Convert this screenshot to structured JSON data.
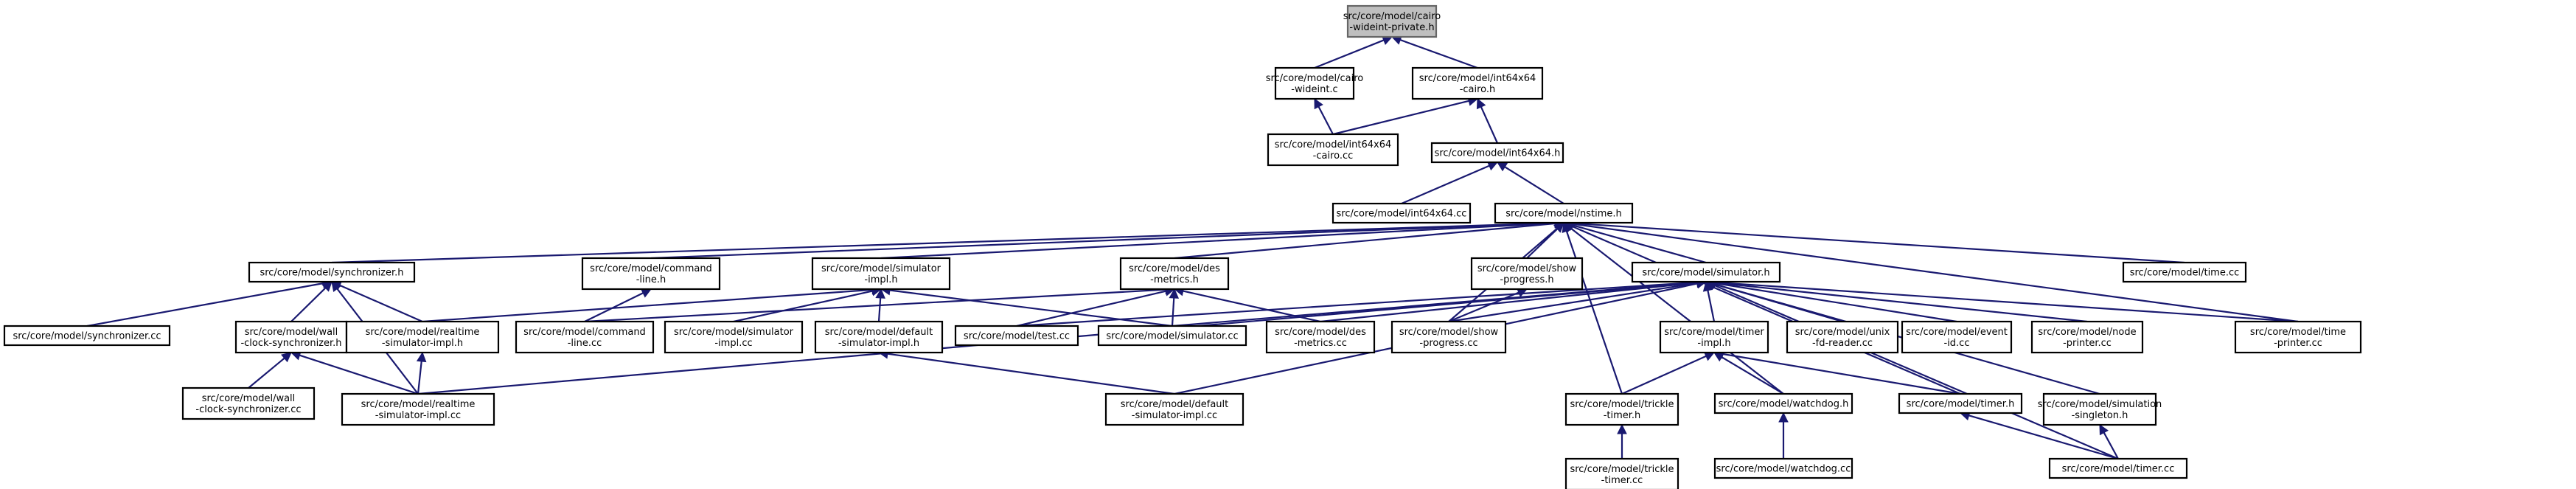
{
  "diagram": {
    "nodes": [
      {
        "id": "n0",
        "lines": [
          "src/core/model/cairo",
          "-wideint-private.h"
        ],
        "root": true
      },
      {
        "id": "n1",
        "lines": [
          "src/core/model/cairo",
          "-wideint.c"
        ]
      },
      {
        "id": "n2",
        "lines": [
          "src/core/model/int64x64",
          "-cairo.h"
        ]
      },
      {
        "id": "n3",
        "lines": [
          "src/core/model/int64x64",
          "-cairo.cc"
        ]
      },
      {
        "id": "n4",
        "lines": [
          "src/core/model/int64x64.h"
        ]
      },
      {
        "id": "n5",
        "lines": [
          "src/core/model/int64x64.cc"
        ]
      },
      {
        "id": "n6",
        "lines": [
          "src/core/model/nstime.h"
        ]
      },
      {
        "id": "n7",
        "lines": [
          "src/core/model/synchronizer.h"
        ]
      },
      {
        "id": "n8",
        "lines": [
          "src/core/model/command",
          "-line.h"
        ]
      },
      {
        "id": "n9",
        "lines": [
          "src/core/model/simulator",
          "-impl.h"
        ]
      },
      {
        "id": "n10",
        "lines": [
          "src/core/model/des",
          "-metrics.h"
        ]
      },
      {
        "id": "n11",
        "lines": [
          "src/core/model/show",
          "-progress.h"
        ]
      },
      {
        "id": "n12",
        "lines": [
          "src/core/model/simulator.h"
        ]
      },
      {
        "id": "n13",
        "lines": [
          "src/core/model/time.cc"
        ]
      },
      {
        "id": "n14",
        "lines": [
          "src/core/model/synchronizer.cc"
        ]
      },
      {
        "id": "n15",
        "lines": [
          "src/core/model/wall",
          "-clock-synchronizer.h"
        ]
      },
      {
        "id": "n16",
        "lines": [
          "src/core/model/realtime",
          "-simulator-impl.h"
        ]
      },
      {
        "id": "n17",
        "lines": [
          "src/core/model/command",
          "-line.cc"
        ]
      },
      {
        "id": "n18",
        "lines": [
          "src/core/model/simulator",
          "-impl.cc"
        ]
      },
      {
        "id": "n19",
        "lines": [
          "src/core/model/default",
          "-simulator-impl.h"
        ]
      },
      {
        "id": "n20",
        "lines": [
          "src/core/model/test.cc"
        ]
      },
      {
        "id": "n21",
        "lines": [
          "src/core/model/simulator.cc"
        ]
      },
      {
        "id": "n22",
        "lines": [
          "src/core/model/des",
          "-metrics.cc"
        ]
      },
      {
        "id": "n23",
        "lines": [
          "src/core/model/show",
          "-progress.cc"
        ]
      },
      {
        "id": "n24",
        "lines": [
          "src/core/model/timer",
          "-impl.h"
        ]
      },
      {
        "id": "n25",
        "lines": [
          "src/core/model/unix",
          "-fd-reader.cc"
        ]
      },
      {
        "id": "n26",
        "lines": [
          "src/core/model/event",
          "-id.cc"
        ]
      },
      {
        "id": "n27",
        "lines": [
          "src/core/model/node",
          "-printer.cc"
        ]
      },
      {
        "id": "n28",
        "lines": [
          "src/core/model/time",
          "-printer.cc"
        ]
      },
      {
        "id": "n29",
        "lines": [
          "src/core/model/wall",
          "-clock-synchronizer.cc"
        ]
      },
      {
        "id": "n30",
        "lines": [
          "src/core/model/realtime",
          "-simulator-impl.cc"
        ]
      },
      {
        "id": "n31",
        "lines": [
          "src/core/model/default",
          "-simulator-impl.cc"
        ]
      },
      {
        "id": "n32",
        "lines": [
          "src/core/model/trickle",
          "-timer.h"
        ]
      },
      {
        "id": "n33",
        "lines": [
          "src/core/model/watchdog.h"
        ]
      },
      {
        "id": "n34",
        "lines": [
          "src/core/model/timer.h"
        ]
      },
      {
        "id": "n35",
        "lines": [
          "src/core/model/simulation",
          "-singleton.h"
        ]
      },
      {
        "id": "n36",
        "lines": [
          "src/core/model/trickle",
          "-timer.cc"
        ]
      },
      {
        "id": "n37",
        "lines": [
          "src/core/model/watchdog.cc"
        ]
      },
      {
        "id": "n38",
        "lines": [
          "src/core/model/timer.cc"
        ]
      }
    ],
    "edges": [
      [
        "n0",
        "n1"
      ],
      [
        "n0",
        "n2"
      ],
      [
        "n2",
        "n3"
      ],
      [
        "n1",
        "n3"
      ],
      [
        "n2",
        "n4"
      ],
      [
        "n4",
        "n5"
      ],
      [
        "n4",
        "n6"
      ],
      [
        "n6",
        "n7"
      ],
      [
        "n6",
        "n8"
      ],
      [
        "n6",
        "n9"
      ],
      [
        "n6",
        "n10"
      ],
      [
        "n6",
        "n11"
      ],
      [
        "n6",
        "n12"
      ],
      [
        "n6",
        "n13"
      ],
      [
        "n6",
        "n23"
      ],
      [
        "n6",
        "n32"
      ],
      [
        "n6",
        "n28"
      ],
      [
        "n6",
        "n33"
      ],
      [
        "n6",
        "n34"
      ],
      [
        "n7",
        "n14"
      ],
      [
        "n7",
        "n15"
      ],
      [
        "n7",
        "n16"
      ],
      [
        "n7",
        "n30"
      ],
      [
        "n8",
        "n17"
      ],
      [
        "n9",
        "n16"
      ],
      [
        "n9",
        "n18"
      ],
      [
        "n9",
        "n19"
      ],
      [
        "n9",
        "n21"
      ],
      [
        "n10",
        "n20"
      ],
      [
        "n10",
        "n21"
      ],
      [
        "n10",
        "n22"
      ],
      [
        "n10",
        "n17"
      ],
      [
        "n11",
        "n23"
      ],
      [
        "n12",
        "n21"
      ],
      [
        "n12",
        "n22"
      ],
      [
        "n12",
        "n23"
      ],
      [
        "n12",
        "n24"
      ],
      [
        "n12",
        "n25"
      ],
      [
        "n12",
        "n26"
      ],
      [
        "n12",
        "n27"
      ],
      [
        "n12",
        "n28"
      ],
      [
        "n12",
        "n35"
      ],
      [
        "n12",
        "n38"
      ],
      [
        "n12",
        "n30"
      ],
      [
        "n12",
        "n31"
      ],
      [
        "n12",
        "n20"
      ],
      [
        "n15",
        "n29"
      ],
      [
        "n15",
        "n30"
      ],
      [
        "n16",
        "n30"
      ],
      [
        "n19",
        "n31"
      ],
      [
        "n24",
        "n32"
      ],
      [
        "n24",
        "n33"
      ],
      [
        "n24",
        "n34"
      ],
      [
        "n32",
        "n36"
      ],
      [
        "n33",
        "n37"
      ],
      [
        "n34",
        "n38"
      ],
      [
        "n35",
        "n38"
      ]
    ]
  }
}
